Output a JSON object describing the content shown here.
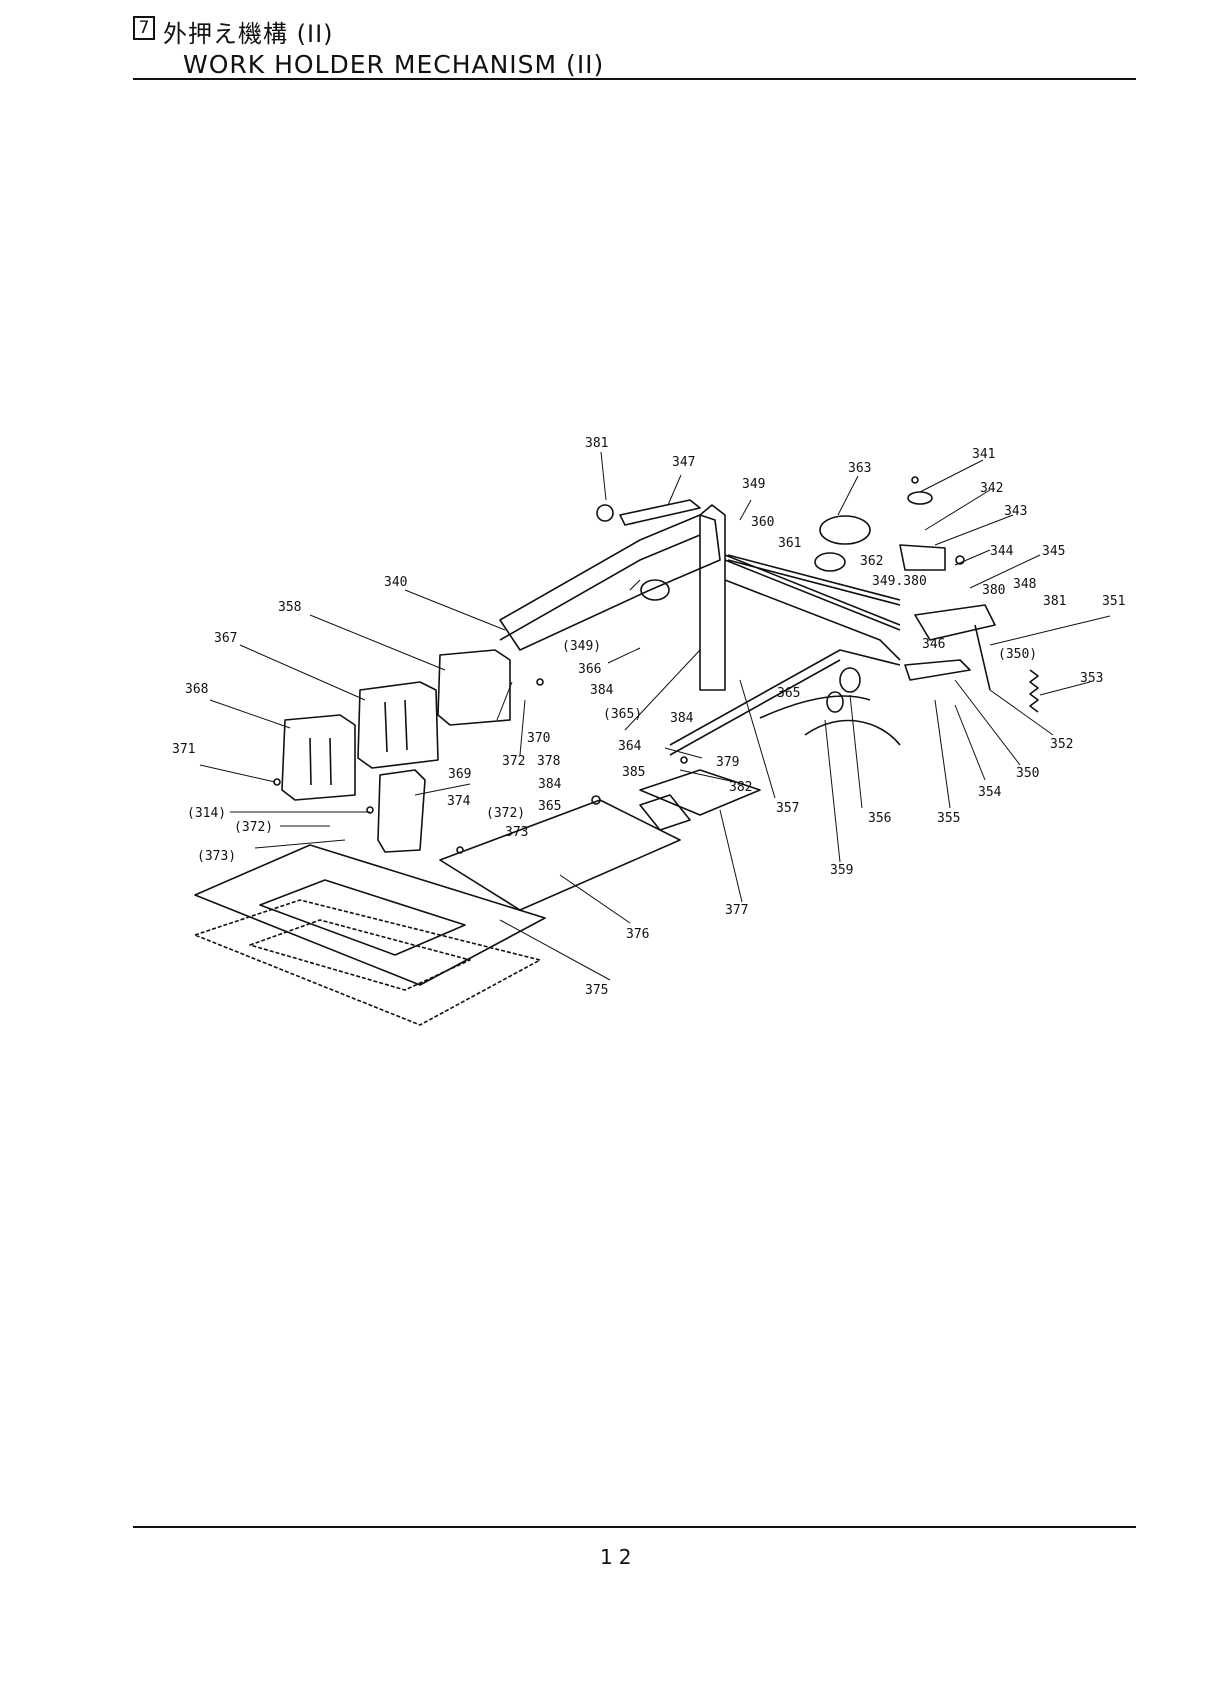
{
  "header": {
    "section_number": "7",
    "title_jp": "外押え機構 (II)",
    "title_en": "WORK HOLDER MECHANISM (II)"
  },
  "diagram": {
    "labels": [
      "381",
      "347",
      "349",
      "363",
      "341",
      "342",
      "343",
      "360",
      "361",
      "362",
      "344",
      "345",
      "340",
      "349.380",
      "380",
      "348",
      "381",
      "351",
      "358",
      "(349)",
      "366",
      "384",
      "346",
      "(350)",
      "353",
      "367",
      "(365)",
      "384",
      "365",
      "352",
      "368",
      "370",
      "364",
      "379",
      "350",
      "371",
      "372",
      "378",
      "385",
      "382",
      "369",
      "384",
      "357",
      "354",
      "356",
      "355",
      "365",
      "(314)",
      "374",
      "(372)",
      "(372)",
      "373",
      "(373)",
      "359",
      "377",
      "376",
      "375"
    ]
  },
  "footer": {
    "page_number": "12"
  }
}
